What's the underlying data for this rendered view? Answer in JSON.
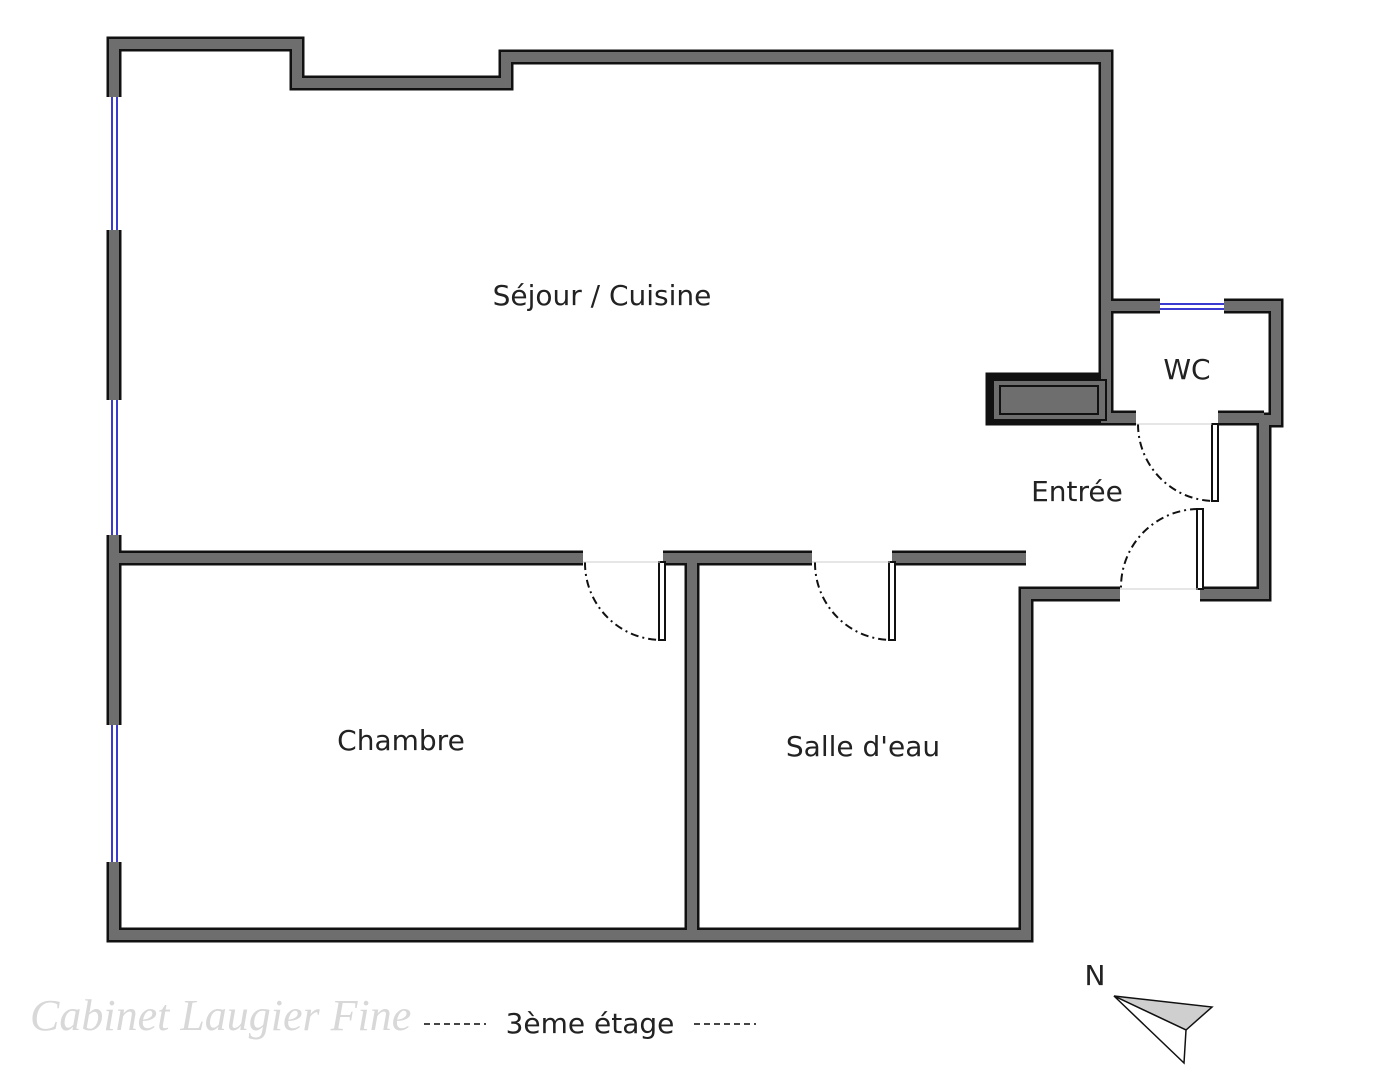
{
  "plan": {
    "rooms": [
      {
        "name": "Séjour / Cuisine"
      },
      {
        "name": "WC"
      },
      {
        "name": "Entrée"
      },
      {
        "name": "Chambre"
      },
      {
        "name": "Salle d'eau"
      }
    ],
    "floor_label": "3ème étage",
    "north_label": "N",
    "watermark": "Cabinet Laugier Fine",
    "colors": {
      "wall": "#6e6e6e",
      "wall_outline": "#111111",
      "window": "#3a3ad0"
    }
  }
}
